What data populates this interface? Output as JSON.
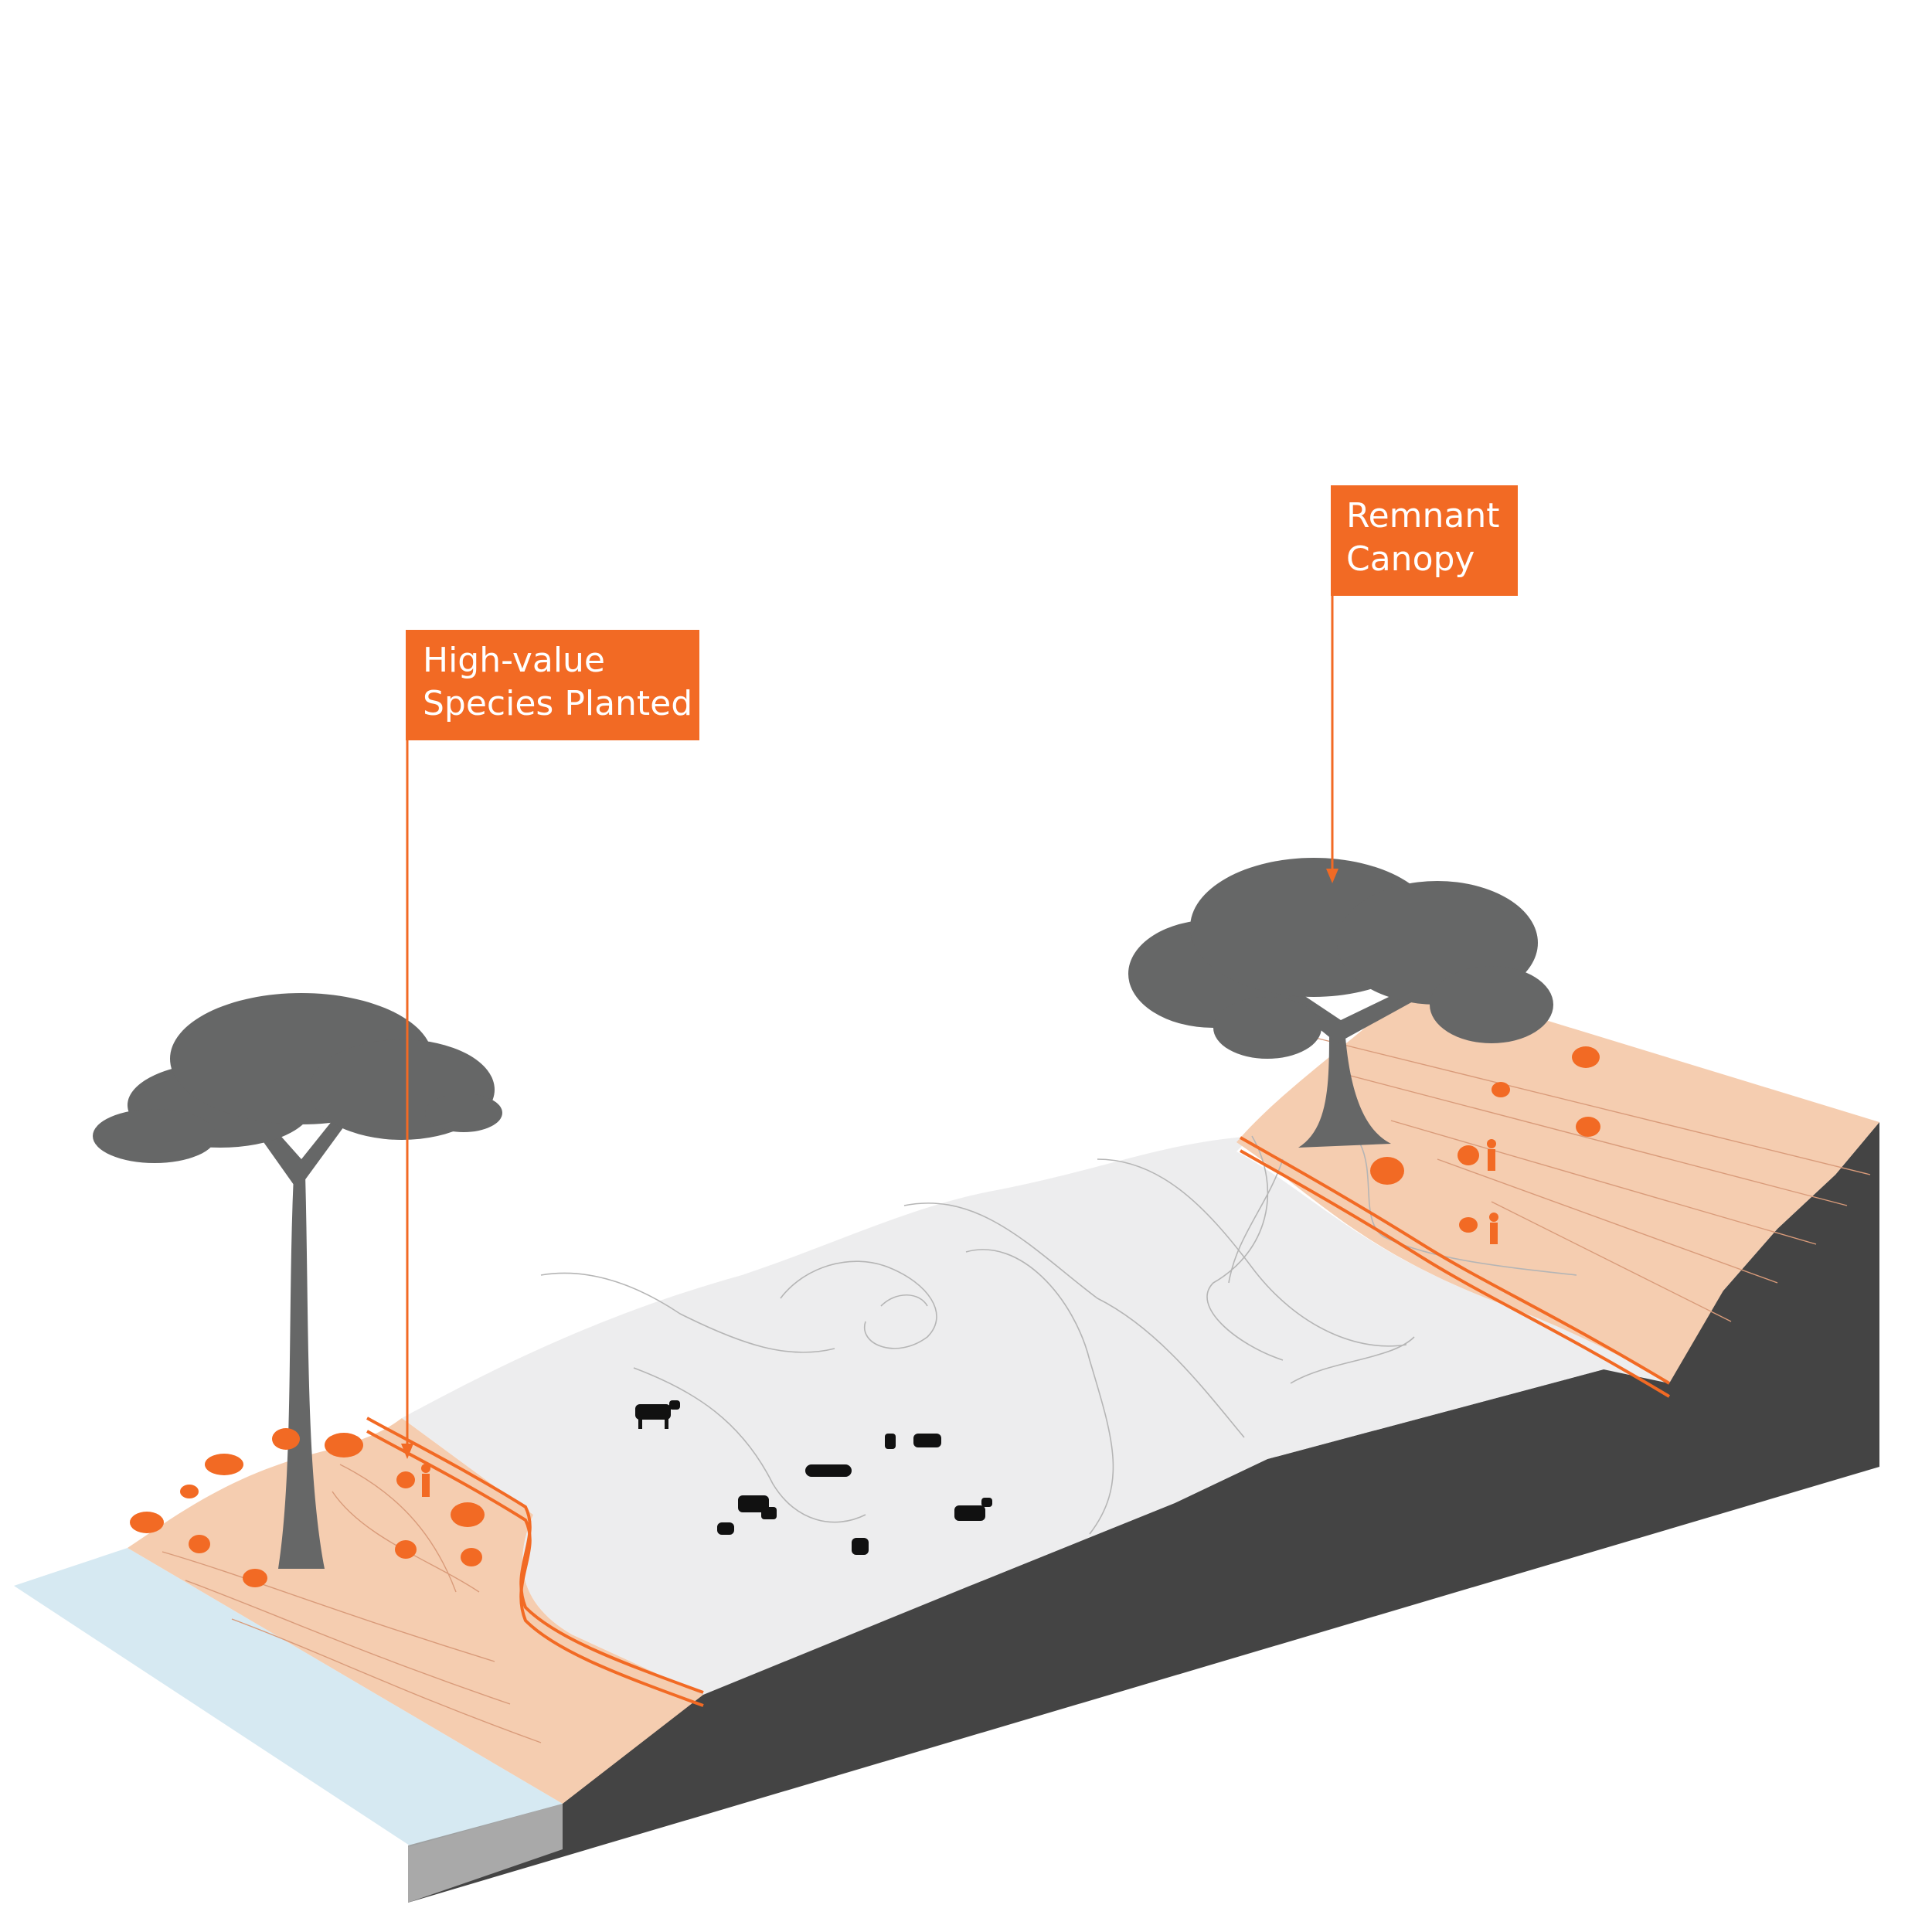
{
  "callouts": {
    "high_value": {
      "line1": "High-value",
      "line2": "Species Planted"
    },
    "remnant": {
      "line1": "Remnant",
      "line2": "Canopy"
    }
  },
  "colors": {
    "accent_orange": "#f26a24",
    "planted_zone": "#f5cdb0",
    "pasture": "#ededee",
    "soil_section": "#444444",
    "water": "#d6e9f2",
    "tree": "#666767",
    "livestock": "#111111"
  },
  "icons": {
    "trees": "tree-silhouette-icon",
    "livestock": "cow-icon",
    "saplings": "sapling-icon",
    "workers": "person-icon"
  }
}
